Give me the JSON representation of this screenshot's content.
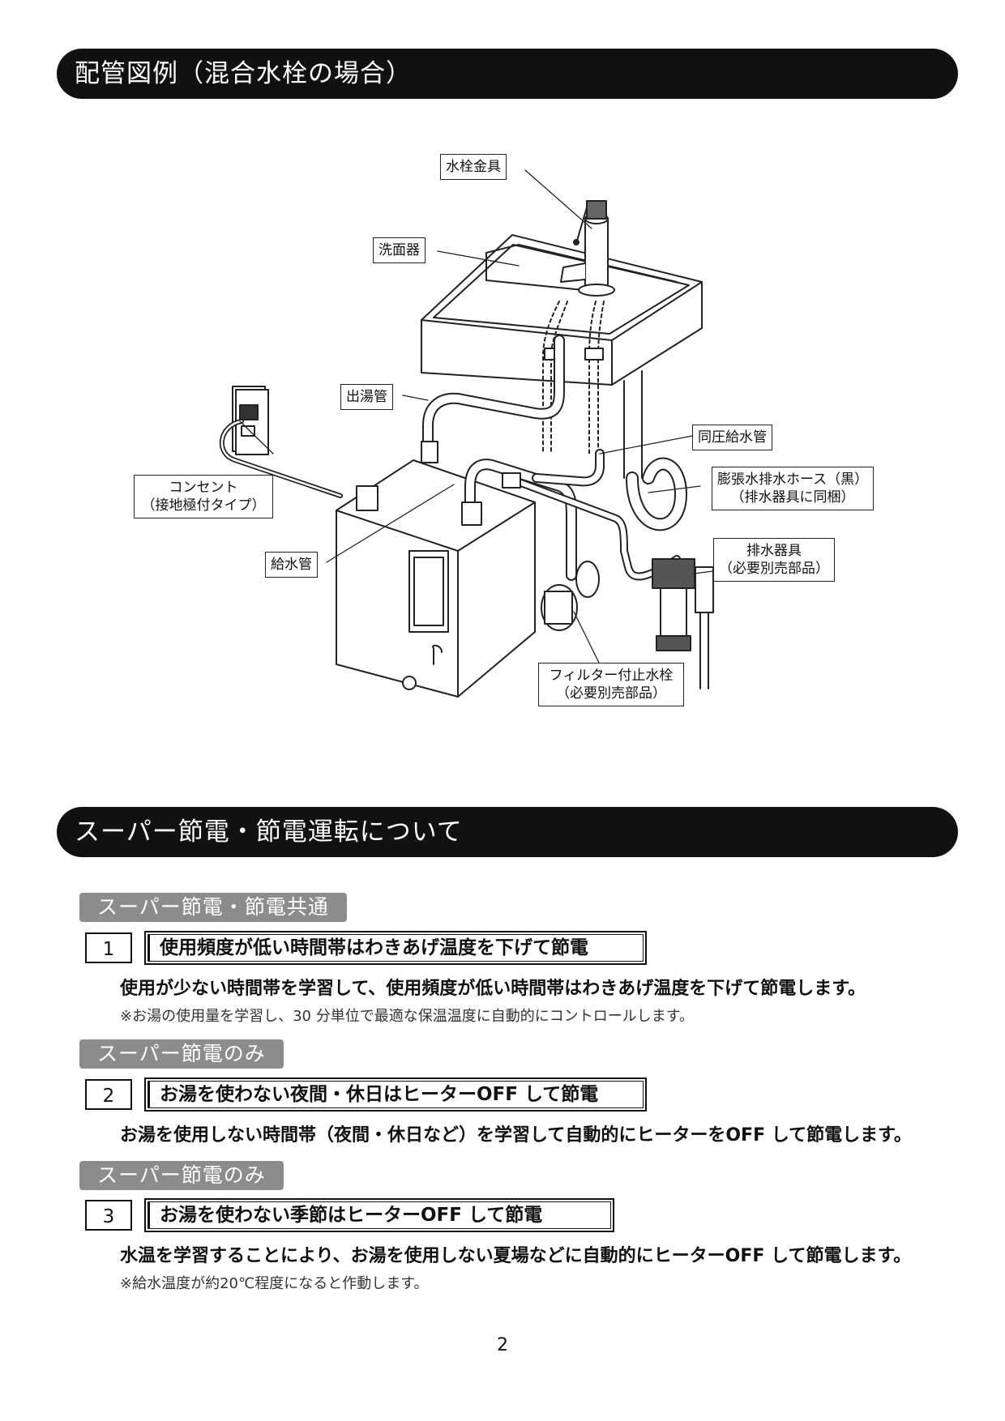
{
  "section1": {
    "title": "配管図例（混合水栓の場合）",
    "labels": {
      "faucet": "水栓金具",
      "basin": "洗面器",
      "hot_pipe": "出湯管",
      "outlet_line1": "コンセント",
      "outlet_line2": "（接地極付タイプ）",
      "same_pressure": "同圧給水管",
      "hose_line1": "膨張水排水ホース（黒）",
      "hose_line2": "（排水器具に同梱）",
      "drain_line1": "排水器具",
      "drain_line2": "（必要別売部品）",
      "supply_pipe": "給水管",
      "filter_line1": "フィルター付止水栓",
      "filter_line2": "（必要別売部品）"
    }
  },
  "section2": {
    "title": "スーパー節電・節電運転について",
    "items": [
      {
        "tag": "スーパー節電・節電共通",
        "number": "1",
        "heading": "使用頻度が低い時間帯はわきあげ温度を下げて節電",
        "body": "使用が少ない時間帯を学習して、使用頻度が低い時間帯はわきあげ温度を下げて節電します。",
        "note": "※お湯の使用量を学習し、30 分単位で最適な保温温度に自動的にコントロールします。"
      },
      {
        "tag": "スーパー節電のみ",
        "number": "2",
        "heading": "お湯を使わない夜間・休日はヒーターOFF して節電",
        "body": "お湯を使用しない時間帯（夜間・休日など）を学習して自動的にヒーターをOFF して節電します。",
        "note": ""
      },
      {
        "tag": "スーパー節電のみ",
        "number": "3",
        "heading": "お湯を使わない季節はヒーターOFF して節電",
        "body": "水温を学習することにより、お湯を使用しない夏場などに自動的にヒーターOFF して節電します。",
        "note": "※給水温度が約20℃程度になると作動します。"
      }
    ]
  },
  "page_number": "2"
}
